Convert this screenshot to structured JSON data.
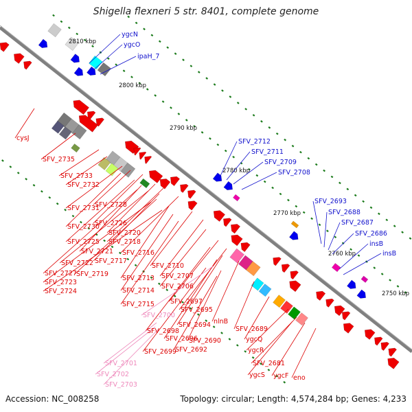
{
  "title": "Shigella flexneri 5 str. 8401, complete genome",
  "footer": {
    "accession": "Accession: NC_008258",
    "stats": "Topology: circular; Length: 4,574,284 bp; Genes: 4,233"
  },
  "ticks": [
    "2810 kbp",
    "2800 kbp",
    "2790 kbp",
    "2780 kbp",
    "2770 kbp",
    "2760 kbp",
    "2750 kbp"
  ],
  "legend_colors": {
    "forward_cds": "#0000ee",
    "reverse_cds": "#ee0000",
    "pseudogene": "#ee88bb",
    "backbone": "#808080"
  },
  "labels": {
    "blue": [
      "ygcN",
      "ygcO",
      "ipaH_7",
      "SFV_2712",
      "SFV_2711",
      "SFV_2709",
      "SFV_2708",
      "SFV_2693",
      "SFV_2688",
      "SFV_2687",
      "SFV_2686",
      "insB",
      "insB"
    ],
    "red": [
      "cysJ",
      "SFV_2735",
      "SFV_2733",
      "SFV_2732",
      "SFV_2731",
      "SFV_2728",
      "SFV_2730",
      "SFV_2726",
      "SFV_2720",
      "SFV_2725",
      "SFV_2718",
      "SFV_2721",
      "SFV_2727",
      "SFV_2722",
      "SFV_2716",
      "SFV_2717",
      "SFV_2719",
      "SFV_2723",
      "SFV_2710",
      "SFV_2713",
      "SFV_2724",
      "SFV_2707",
      "SFV_2714",
      "SFV_2706",
      "SFV_2715",
      "SFV_2697",
      "SFV_2695",
      "SFV_2694",
      "SFV_2698",
      "nlnB",
      "SFV_2696",
      "SFV_2689",
      "SFV_2690",
      "SFV_2699",
      "SFV_2692",
      "ygcQ",
      "ygcR",
      "SFV_2681",
      "ygcS",
      "ygcF",
      "eno"
    ],
    "pink": [
      "SFV_2700",
      "SFV_2701",
      "SFV_2702",
      "SFV_2703"
    ]
  }
}
